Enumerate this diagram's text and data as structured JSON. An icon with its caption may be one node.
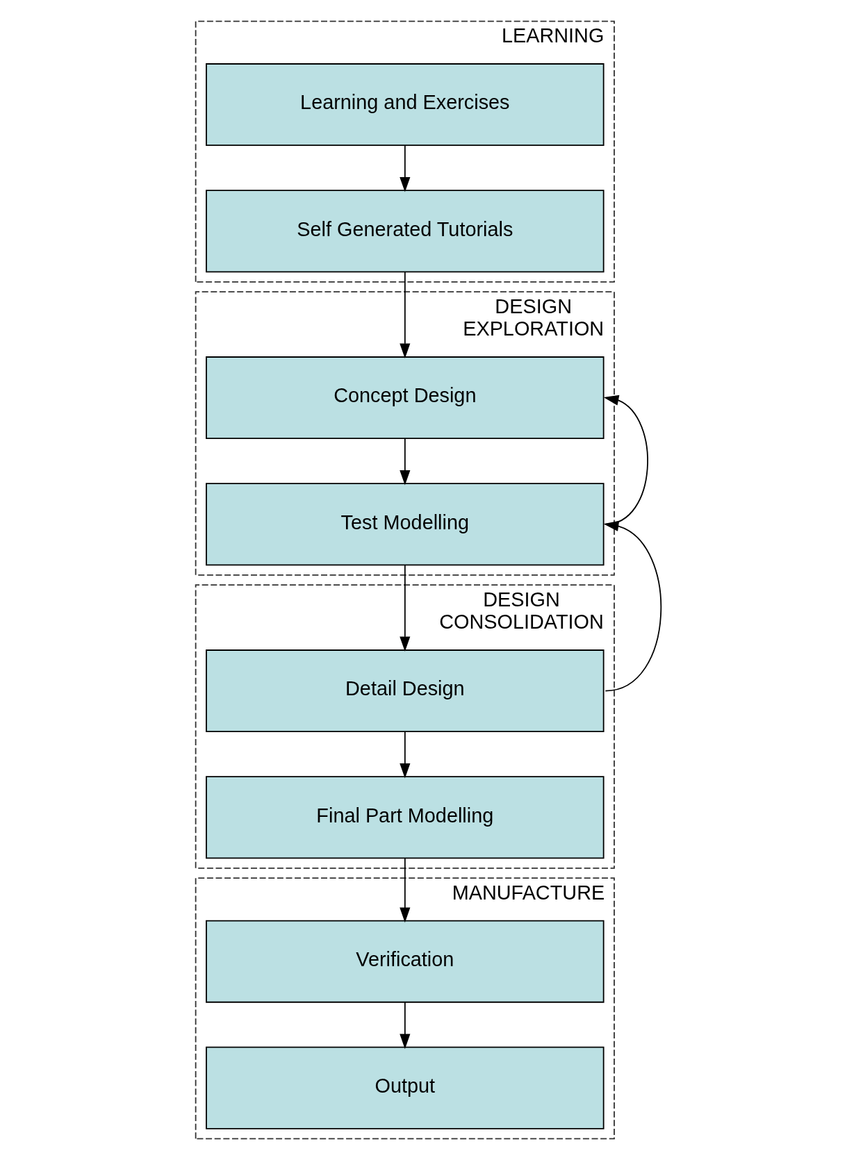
{
  "diagram": {
    "nodes": [
      {
        "text": [
          "LEARNING"
        ]
      },
      {
        "text": [
          "Learning and Exercises"
        ],
        "in": 0
      },
      {
        "text": [
          "Self Generated Tutorials"
        ],
        "in": 0
      },
      {
        "text": [
          "DESIGN EXPLORATION"
        ]
      },
      {
        "text": [
          "Concept Design"
        ],
        "in": 3
      },
      {
        "text": [
          "Test Modelling"
        ],
        "in": 3
      },
      {
        "text": [
          "DESIGN CONSOLIDATION"
        ]
      },
      {
        "text": [
          "Detail Design"
        ],
        "in": 6
      },
      {
        "text": [
          "Final Part Modelling"
        ],
        "in": 6
      },
      {
        "text": [
          "MANUFACTURE"
        ]
      },
      {
        "text": [
          "Verification"
        ],
        "in": 9
      },
      {
        "text": [
          "Output"
        ],
        "in": 9
      }
    ],
    "edges": [
      {
        "from": 1,
        "to": 2,
        "arrow": "to"
      },
      {
        "from": 2,
        "to": 4,
        "arrow": "to"
      },
      {
        "from": 4,
        "to": 5,
        "arrow": "to"
      },
      {
        "from": 5,
        "to": 4,
        "arrow": "to"
      },
      {
        "from": 5,
        "to": 7,
        "arrow": "to"
      },
      {
        "from": 7,
        "to": 5,
        "arrow": "to"
      },
      {
        "from": 7,
        "to": 8,
        "arrow": "to"
      },
      {
        "from": 8,
        "to": 10,
        "arrow": "to"
      },
      {
        "from": 10,
        "to": 11,
        "arrow": "to"
      }
    ]
  }
}
